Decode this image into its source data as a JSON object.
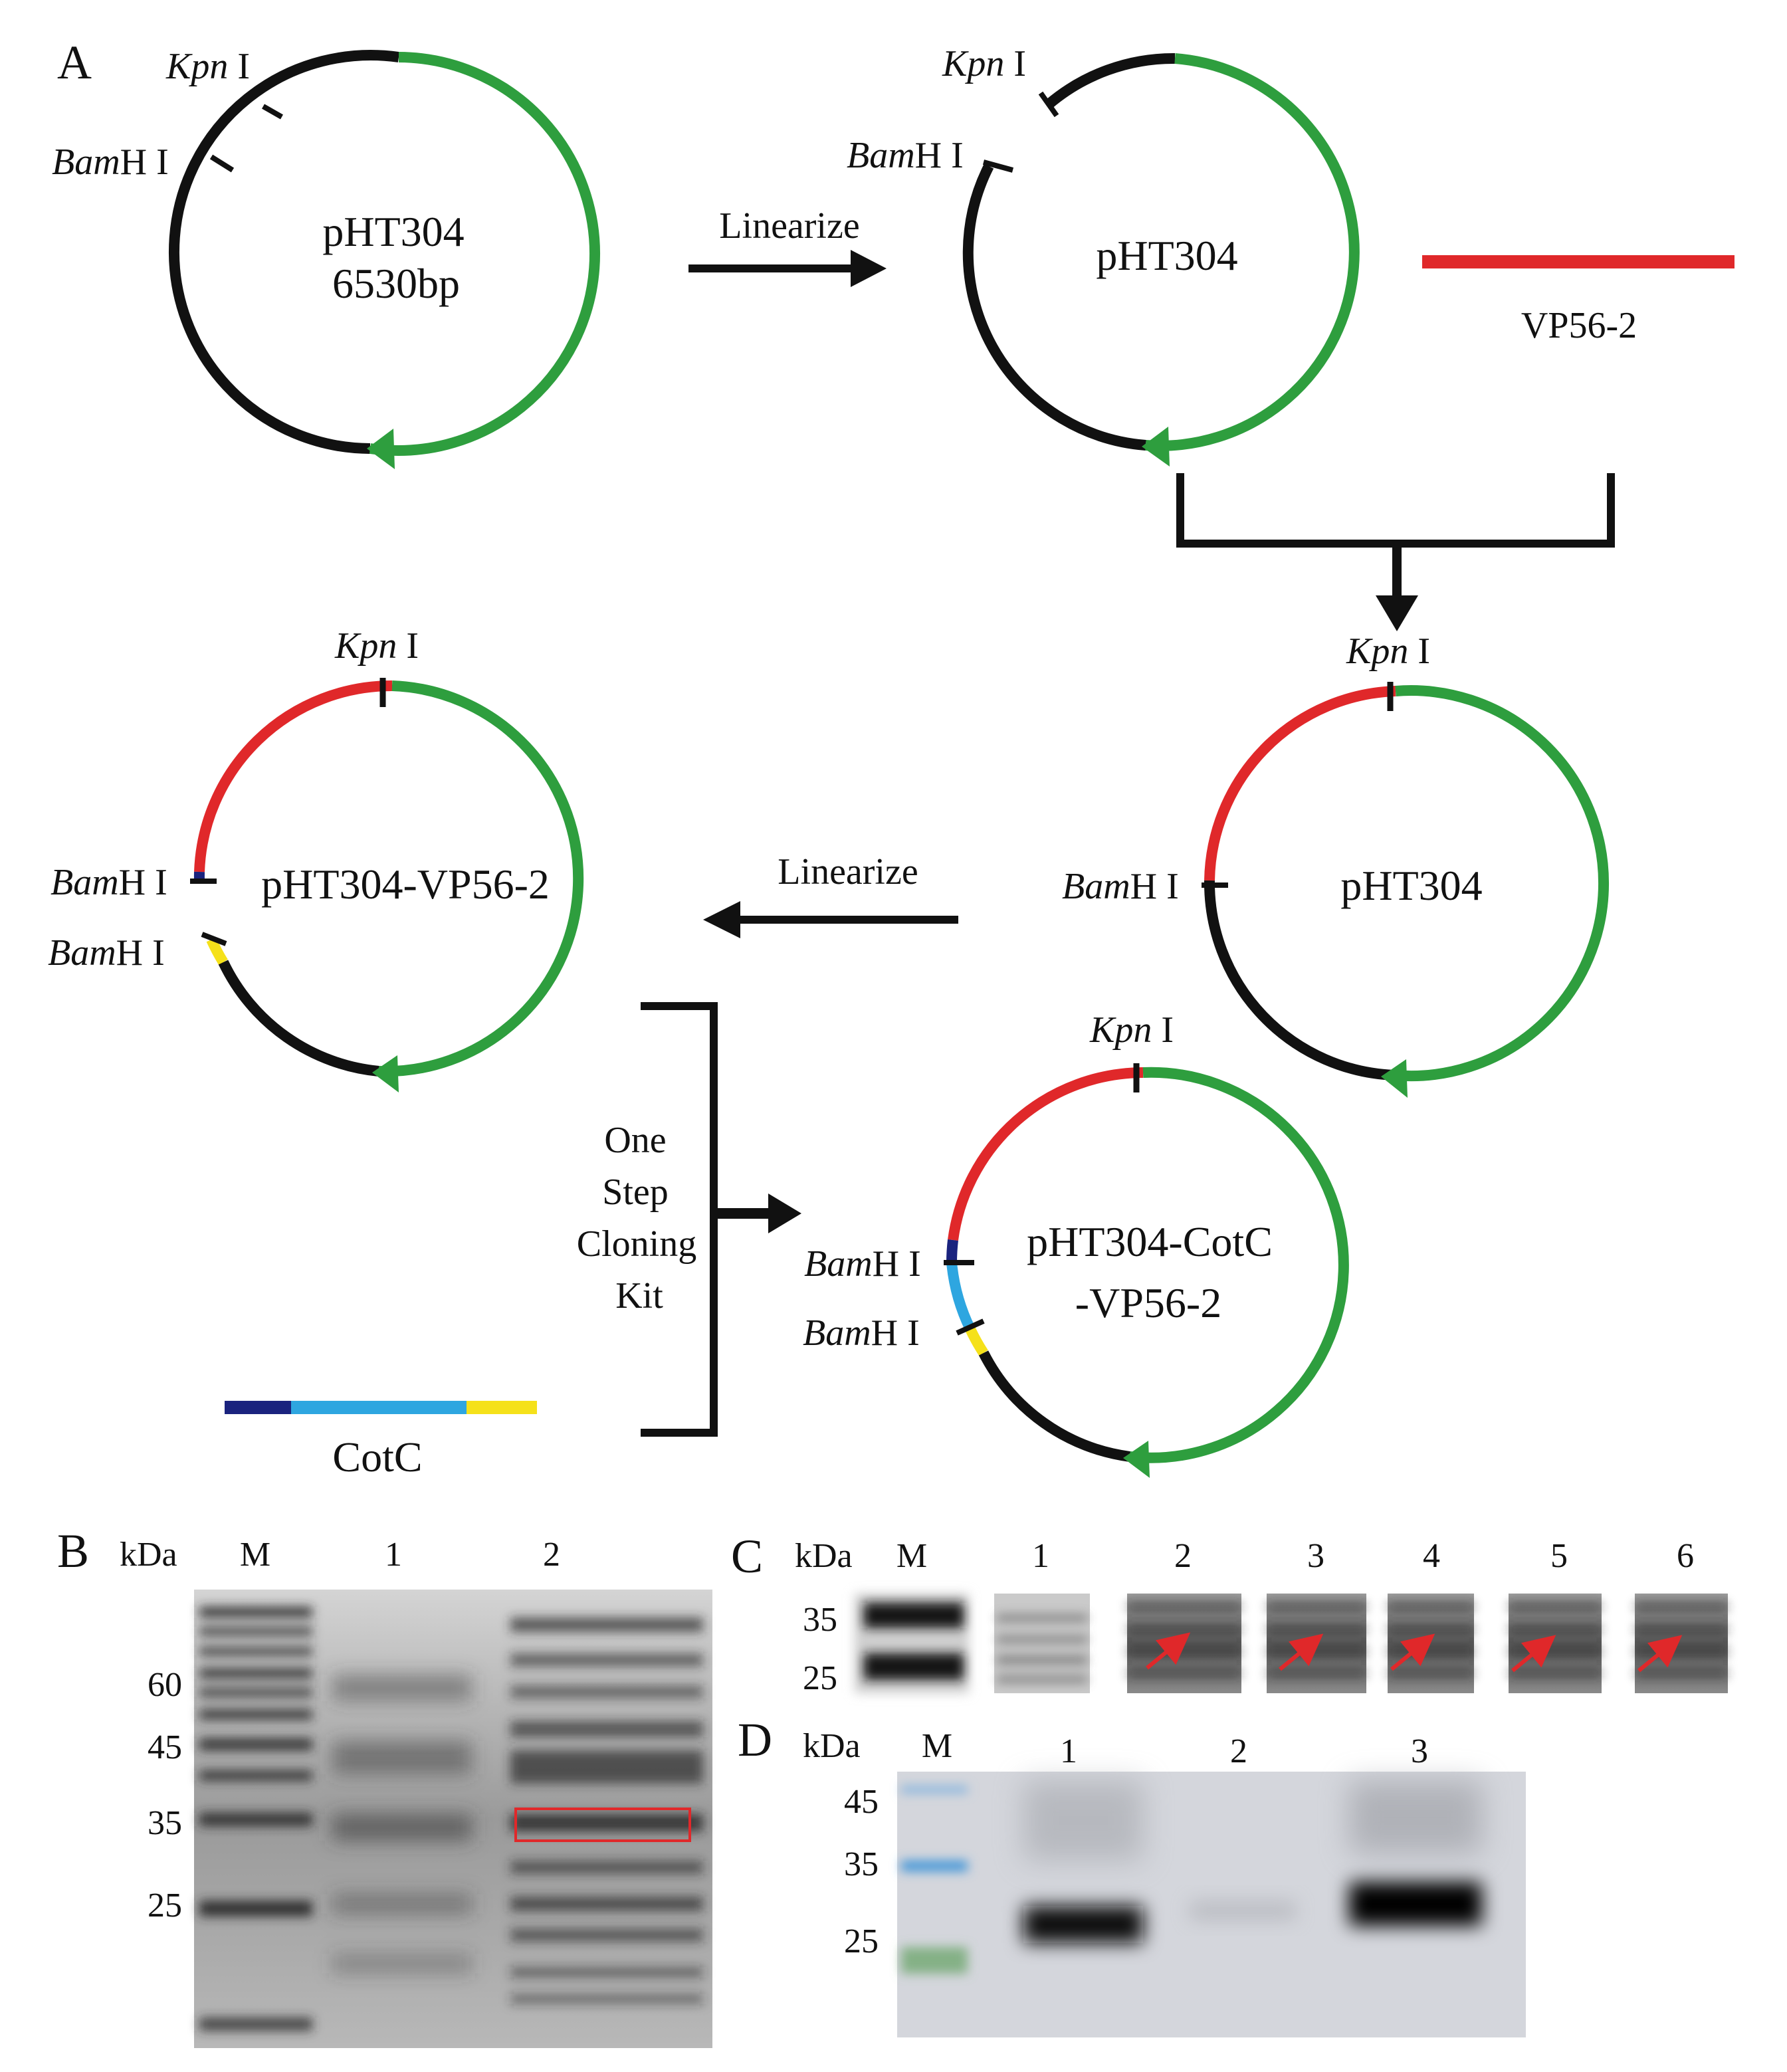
{
  "panels": {
    "a": "A",
    "b": "B",
    "c": "C",
    "d": "D"
  },
  "enzymes": {
    "kpn_italic": "Kpn",
    "kpn_suffix": " I",
    "bam_italic": "Bam",
    "bam_suffix": "H I"
  },
  "plasmids": {
    "p1_name": "pHT304",
    "p1_size": "6530bp",
    "p2_name": "pHT304",
    "p3_name": "pHT304",
    "p4_name": "pHT304-VP56-2",
    "p5_name_line1": "pHT304-CotC",
    "p5_name_line2": "-VP56-2"
  },
  "fragments": {
    "vp56": "VP56-2",
    "cotc": "CotC"
  },
  "arrows": {
    "linearize_1": "Linearize",
    "linearize_2": "Linearize"
  },
  "kit": {
    "line1": "One",
    "line2": "Step",
    "line3": "Cloning",
    "line4": "Kit"
  },
  "gel_b": {
    "unit": "kDa",
    "lanes": [
      "M",
      "1",
      "2"
    ],
    "markers": [
      "60",
      "45",
      "35",
      "25"
    ]
  },
  "gel_c": {
    "unit": "kDa",
    "lanes": [
      "M",
      "1",
      "2",
      "3",
      "4",
      "5",
      "6"
    ],
    "markers": [
      "35",
      "25"
    ]
  },
  "gel_d": {
    "unit": "kDa",
    "lanes": [
      "M",
      "1",
      "2",
      "3"
    ],
    "markers": [
      "45",
      "35",
      "25"
    ]
  },
  "colors": {
    "backbone_black": "#111111",
    "backbone_green": "#2e9e3e",
    "vp56_red": "#e0282a",
    "cotc_navy": "#1a237e",
    "cotc_blue": "#2ea6e0",
    "cotc_yellow": "#f5e11a",
    "box_red": "#e0282a"
  }
}
